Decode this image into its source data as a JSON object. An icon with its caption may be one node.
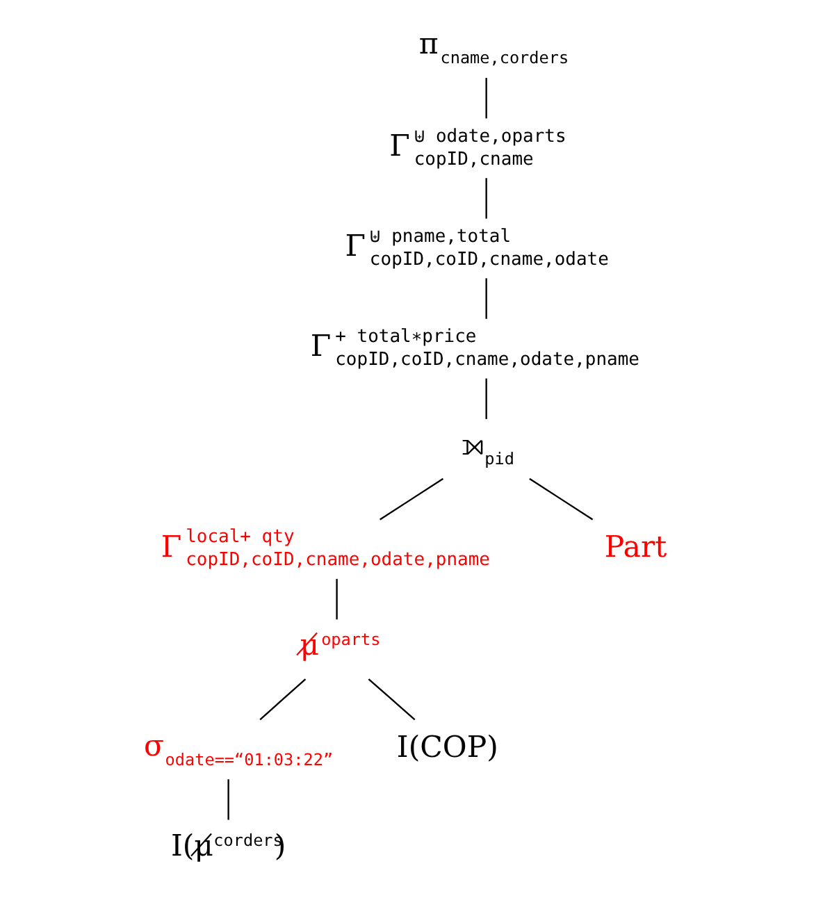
{
  "diagram": {
    "nodes": [
      {
        "text": [
          "π$_{cname,corders}$"
        ]
      },
      {
        "text": [
          "Γ$^{⊎ odate,oparts}$$_{copID,cname}$"
        ]
      },
      {
        "text": [
          "Γ$^{⊎ pname,total}$$_{copID,coID,cname,odate}$"
        ]
      },
      {
        "text": [
          "Γ$^{+ total∗price}$$_{copID,coID,cname,odate,pname}$"
        ]
      },
      {
        "text": [
          "⟕$_{pid}$"
        ]
      },
      {
        "text": [
          "Γ$^{local+ qty}$$_{copID,coID,cname,odate,pname}$"
        ]
      },
      {
        "text": [
          "Part"
        ]
      },
      {
        "text": [
          "μ̸$^{oparts}$"
        ]
      },
      {
        "text": [
          "σ$_{odate==“01:03:22”}$"
        ]
      },
      {
        "text": [
          "I(COP)"
        ]
      },
      {
        "text": [
          "I(μ̸$^{corders}$)"
        ]
      }
    ],
    "edges": [
      {
        "from": 0,
        "to": 1,
        "arrow": "none"
      },
      {
        "from": 1,
        "to": 2,
        "arrow": "none"
      },
      {
        "from": 2,
        "to": 3,
        "arrow": "none"
      },
      {
        "from": 3,
        "to": 4,
        "arrow": "none"
      },
      {
        "from": 4,
        "to": 5,
        "arrow": "none"
      },
      {
        "from": 4,
        "to": 6,
        "arrow": "none"
      },
      {
        "from": 5,
        "to": 7,
        "arrow": "none"
      },
      {
        "from": 7,
        "to": 8,
        "arrow": "none"
      },
      {
        "from": 7,
        "to": 9,
        "arrow": "none"
      },
      {
        "from": 8,
        "to": 10,
        "arrow": "none"
      }
    ]
  }
}
